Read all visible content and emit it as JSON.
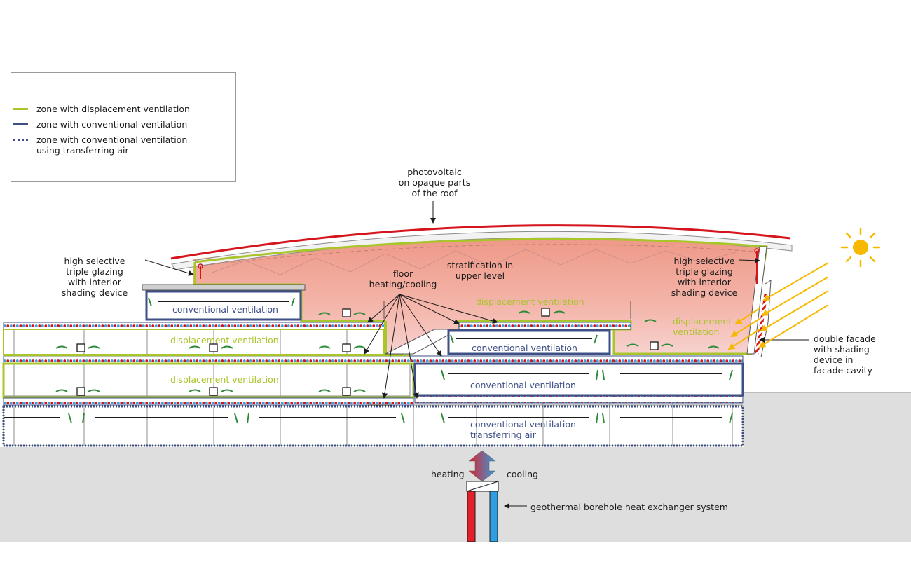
{
  "legend": {
    "items": [
      {
        "label": "zone with displacement ventilation",
        "color": "#a9c52c",
        "style": "solid"
      },
      {
        "label": "zone with conventional ventilation",
        "color": "#3e4f86",
        "style": "solid"
      },
      {
        "label": "zone with conventional ventilation",
        "label2": "using transferring air",
        "color": "#3e4f86",
        "style": "dotted"
      }
    ]
  },
  "labels": {
    "pv": [
      "photovoltaic",
      "on opaque parts",
      "of the roof"
    ],
    "glazing_left": [
      "high selective",
      "triple glazing",
      "with interior",
      "shading device"
    ],
    "glazing_right": [
      "high selective",
      "triple glazing",
      "with interior",
      "shading device"
    ],
    "floor": [
      "floor",
      "heating/cooling"
    ],
    "strat": [
      "stratification in",
      "upper level"
    ],
    "double_facade": [
      "double facade",
      "with shading",
      "device in",
      "facade cavity"
    ],
    "heating": "heating",
    "cooling": "cooling",
    "geo": "geothermal borehole heat exchanger system"
  },
  "zones": {
    "conv_top_left": "conventional ventilation",
    "disp_upper_right": "displacement ventilation",
    "disp_facade": [
      "displacement",
      "ventilation"
    ],
    "disp_mid_left": "displacement ventilation",
    "conv_mid_right": "conventional ventilation",
    "disp_low_left": "displacement ventilation",
    "conv_low_right": "conventional ventilation",
    "conv_bottom": [
      "conventional ventilation",
      "transferring air"
    ]
  },
  "colors": {
    "displacement": "#a9c52c",
    "conventional": "#3e4f86",
    "roof_pv": "#d6141c",
    "heating": "#e3202a",
    "cooling": "#2f9de0",
    "ground": "#dedede",
    "sun": "#f6b800",
    "warm_air": "#f1a090"
  }
}
